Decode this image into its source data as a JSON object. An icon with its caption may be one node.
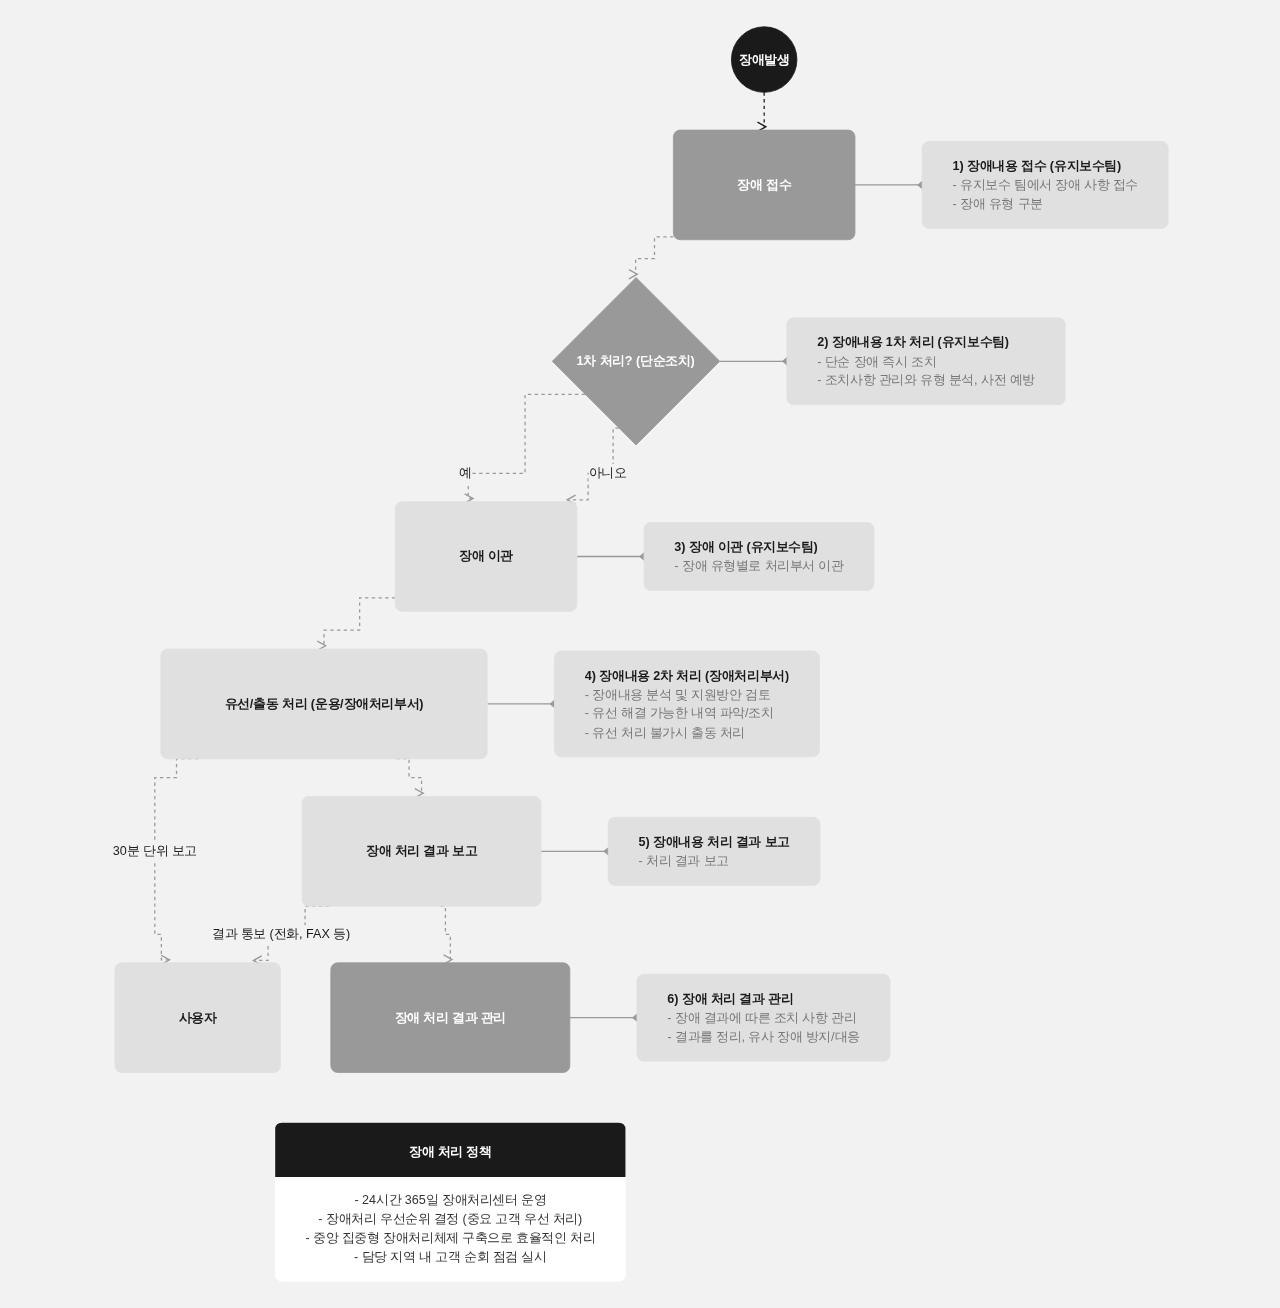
{
  "diagram": {
    "nodes": [
      {
        "text": [
          "장애발생"
        ]
      },
      {
        "text": [
          "장애 접수"
        ]
      },
      {
        "text": [
          "1) 장애내용 접수 (유지보수팀)",
          "- 유지보수 팀에서 장애 사항 접수",
          "- 장애 유형 구분"
        ]
      },
      {
        "text": [
          "1차 처리? (단순조치)"
        ]
      },
      {
        "text": [
          "2) 장애내용 1차 처리 (유지보수팀)",
          "- 단순 장애 즉시 조치",
          "- 조치사항 관리와 유형 분석, 사전 예방"
        ]
      },
      {
        "text": [
          "장애 이관"
        ]
      },
      {
        "text": [
          "3) 장애 이관 (유지보수팀)",
          "- 장애 유형별로 처리부서 이관"
        ]
      },
      {
        "text": [
          "유선/출동 처리 (운용/장애처리부서)"
        ]
      },
      {
        "text": [
          "4) 장애내용 2차 처리 (장애처리부서)",
          "- 장애내용 분석 및 지원방안 검토",
          "- 유선 해결 가능한 내역 파악/조치",
          "- 유선 처리 불가시 출동 처리"
        ]
      },
      {
        "text": [
          "사용자"
        ]
      },
      {
        "text": [
          "장애 처리 결과 보고"
        ]
      },
      {
        "text": [
          "5) 장애내용 처리 결과 보고",
          "- 처리 결과 보고"
        ]
      },
      {
        "text": [
          "장애 처리 결과 관리"
        ]
      },
      {
        "text": [
          "6) 장애 처리 결과 관리",
          "- 장애 결과에 따른 조치 사항 관리",
          "- 결과를 정리, 유사 장애 방지/대응"
        ]
      },
      {
        "text": [
          "장애 처리 정책",
          "- 24시간 365일 장애처리센터 운영",
          "- 장애처리 우선순위 결정 (중요 고객 우선 처리)",
          "- 중앙 집중형 장애처리체제 구축으로 효율적인 처리",
          "- 담당 지역 내 고객 순회 점검 실시"
        ]
      }
    ],
    "edges": [
      {
        "from": 0,
        "to": 1,
        "arrow": "to",
        "style": "dashed",
        "color": "#1a1a1a"
      },
      {
        "from": 1,
        "to": 3,
        "arrow": "to",
        "style": "dashed"
      },
      {
        "from": 3,
        "to": 5,
        "arrow": "to",
        "style": "dashed",
        "label": "예"
      },
      {
        "from": 3,
        "to": 5,
        "arrow": "to",
        "style": "dashed",
        "label": "아니오"
      },
      {
        "from": 5,
        "to": 7,
        "arrow": "to",
        "style": "dashed"
      },
      {
        "from": 7,
        "to": 9,
        "arrow": "to",
        "style": "dashed",
        "label": "30분 단위 보고"
      },
      {
        "from": 7,
        "to": 10,
        "arrow": "to",
        "style": "dashed"
      },
      {
        "from": 10,
        "to": 9,
        "arrow": "to",
        "style": "dashed",
        "label": "결과 통보 (전화, FAX 등)"
      },
      {
        "from": 10,
        "to": 12,
        "arrow": "to",
        "style": "dashed"
      },
      {
        "from": 1,
        "to": 2,
        "arrow": "other"
      },
      {
        "from": 3,
        "to": 4,
        "arrow": "other"
      },
      {
        "from": 5,
        "to": 6,
        "arrow": "other"
      },
      {
        "from": 7,
        "to": 8,
        "arrow": "other"
      },
      {
        "from": 10,
        "to": 11,
        "arrow": "other"
      },
      {
        "from": 12,
        "to": 13,
        "arrow": "other"
      }
    ]
  }
}
